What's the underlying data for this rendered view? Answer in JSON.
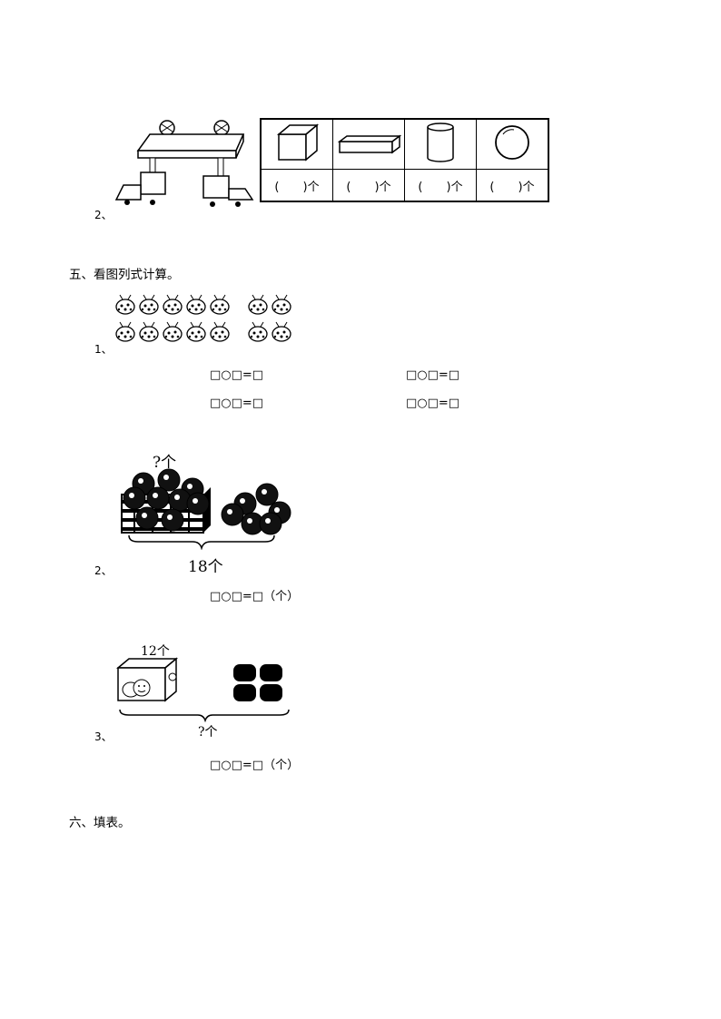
{
  "q2_top": {
    "number": "2、",
    "answer_cells": [
      "(　　)个",
      "(　　)个",
      "(　　)个",
      "(　　)个"
    ],
    "shape_icons": [
      "cube-icon",
      "cuboid-icon",
      "cylinder-icon",
      "sphere-icon"
    ]
  },
  "section5": {
    "title": "五、看图列式计算。",
    "p1": {
      "number": "1、",
      "equations": [
        "□○□=□",
        "□○□=□",
        "□○□=□",
        "□○□=□"
      ]
    },
    "p2": {
      "number": "2、",
      "top_label": "?个",
      "bottom_label": "18个",
      "equation": "□○□=□（个）"
    },
    "p3": {
      "number": "3、",
      "top_label": "12个",
      "bottom_label": "?个",
      "equation": "□○□=□（个）"
    }
  },
  "section6": {
    "title": "六、填表。"
  }
}
